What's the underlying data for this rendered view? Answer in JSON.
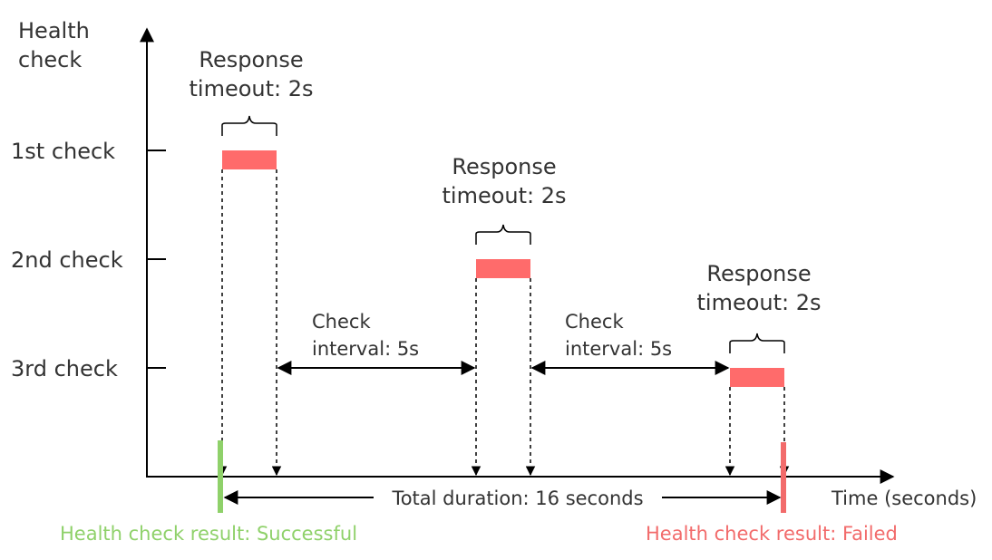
{
  "y_axis": {
    "title_line1": "Health",
    "title_line2": "check",
    "ticks": [
      "1st check",
      "2nd check",
      "3rd check"
    ]
  },
  "x_axis": {
    "title": "Time (seconds)"
  },
  "timeouts": [
    {
      "line1": "Response",
      "line2": "timeout: 2s"
    },
    {
      "line1": "Response",
      "line2": "timeout: 2s"
    },
    {
      "line1": "Response",
      "line2": "timeout: 2s"
    }
  ],
  "intervals": [
    {
      "line1": "Check",
      "line2": "interval: 5s"
    },
    {
      "line1": "Check",
      "line2": "interval: 5s"
    }
  ],
  "total_duration": "Total duration: 16 seconds",
  "results": {
    "success": "Health check result: Successful",
    "failed": "Health check result: Failed"
  },
  "colors": {
    "axis": "#000000",
    "bar": "#ff6b6b",
    "success": "#8fd16a",
    "failed": "#f26b6b",
    "text": "#333333"
  }
}
